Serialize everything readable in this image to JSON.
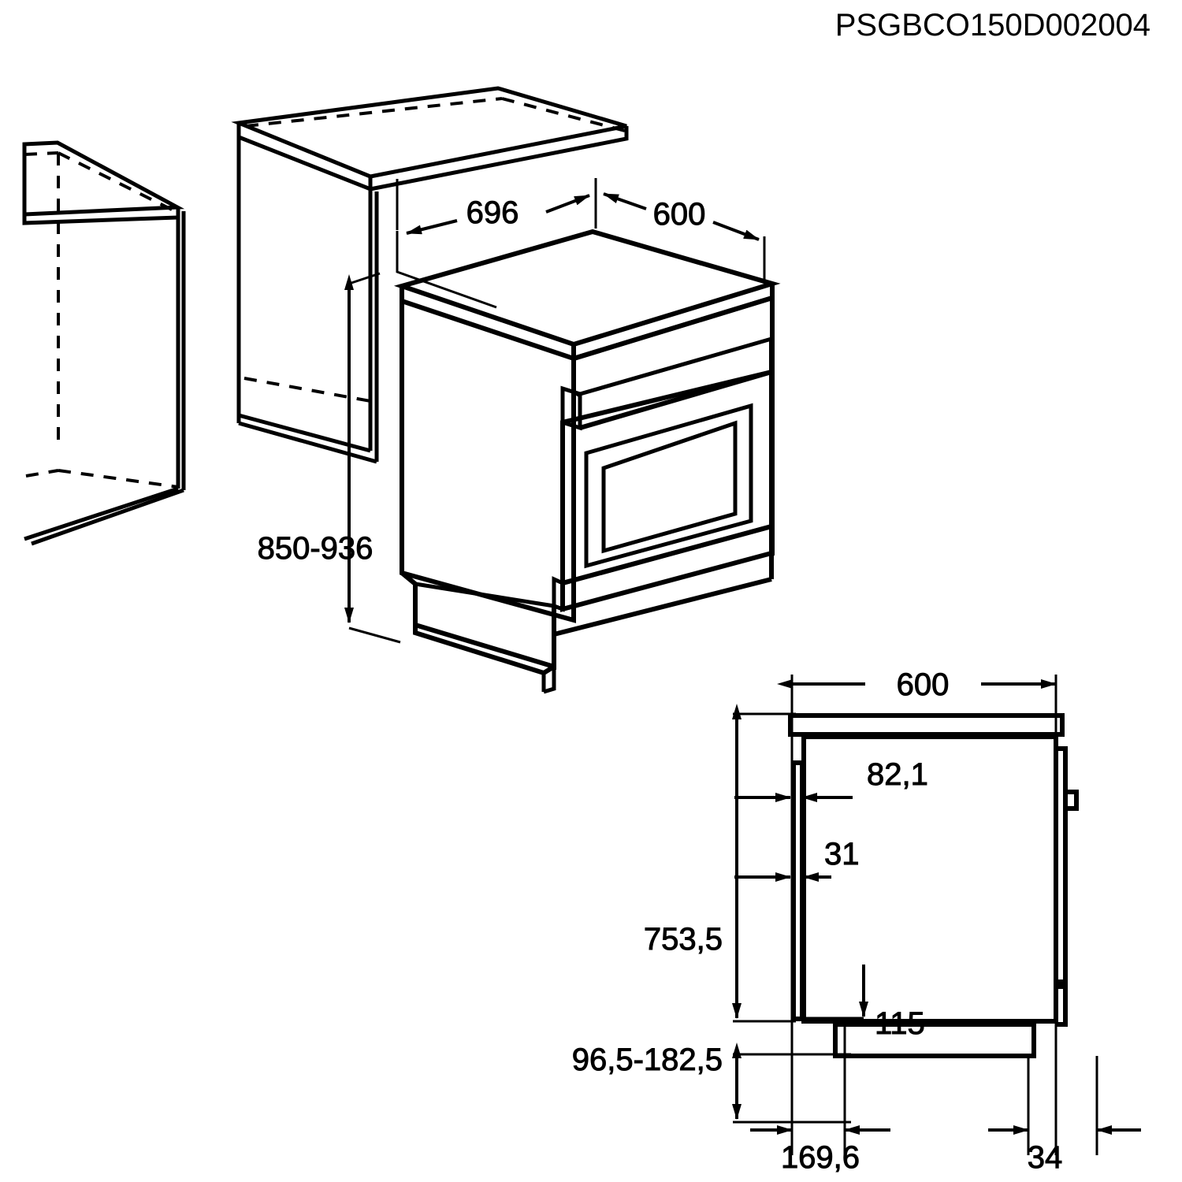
{
  "drawing": {
    "title": "PSGBCO150D002004",
    "kind": "technical-dimension-drawing",
    "units": "mm",
    "views": [
      {
        "name": "isometric-installation-view",
        "label": ""
      },
      {
        "name": "side-section-view",
        "label": ""
      }
    ]
  },
  "dimensions": {
    "iso_depth_cabinet": "696",
    "iso_width_cooker": "600",
    "iso_height_range": "850-936",
    "side_width": "600",
    "side_door_offset_top": "82,1",
    "side_door_offset_lower": "31",
    "side_height": "753,5",
    "side_plinth_height_range": "96,5-182,5",
    "side_inner_offset": "115",
    "side_plinth_inset": "169,6",
    "side_rear_offset": "34"
  },
  "icons": {
    "arrow": "dimension-arrow-icon",
    "hidden_line": "dashed-hidden-line-icon"
  },
  "colors": {
    "line": "#000000",
    "background": "#ffffff"
  }
}
